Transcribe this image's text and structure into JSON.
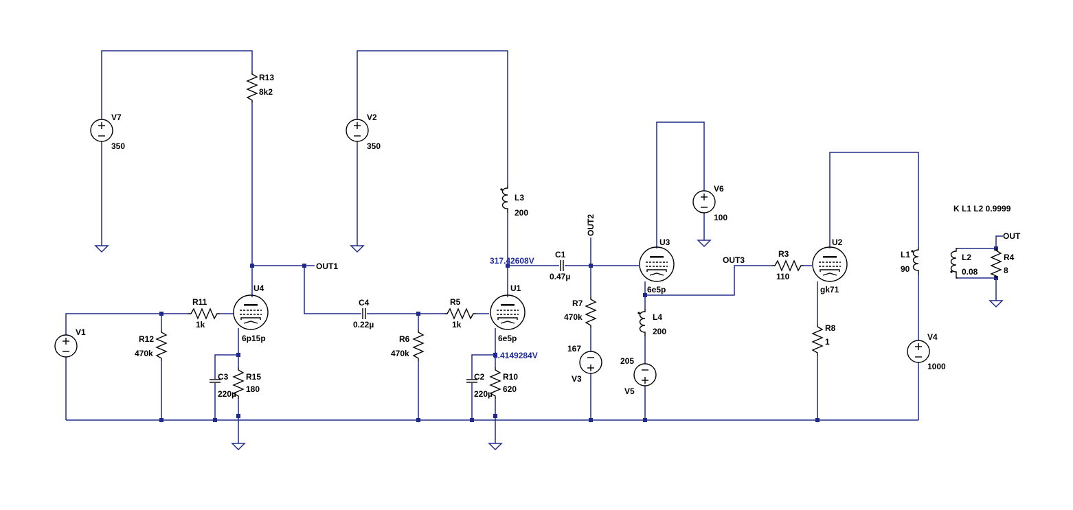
{
  "components": {
    "V7": {
      "name": "V7",
      "value": "350"
    },
    "V2": {
      "name": "V2",
      "value": "350"
    },
    "V6": {
      "name": "V6",
      "value": "100"
    },
    "V1": {
      "name": "V1",
      "value": ""
    },
    "V3": {
      "name": "V3",
      "value": "167"
    },
    "V5": {
      "name": "V5",
      "value": "205"
    },
    "V4": {
      "name": "V4",
      "value": "1000"
    },
    "R13": {
      "name": "R13",
      "value": "8k2"
    },
    "R11": {
      "name": "R11",
      "value": "1k"
    },
    "R12": {
      "name": "R12",
      "value": "470k"
    },
    "R15": {
      "name": "R15",
      "value": "180"
    },
    "R5": {
      "name": "R5",
      "value": "1k"
    },
    "R6": {
      "name": "R6",
      "value": "470k"
    },
    "R10": {
      "name": "R10",
      "value": "620"
    },
    "R7": {
      "name": "R7",
      "value": "470k"
    },
    "R3": {
      "name": "R3",
      "value": "110"
    },
    "R8": {
      "name": "R8",
      "value": "1"
    },
    "R4": {
      "name": "R4",
      "value": "8"
    },
    "C3": {
      "name": "C3",
      "value": "220µ"
    },
    "C4": {
      "name": "C4",
      "value": "0.22µ"
    },
    "C2": {
      "name": "C2",
      "value": "220µ"
    },
    "C1": {
      "name": "C1",
      "value": "0.47µ"
    },
    "L3": {
      "name": "L3",
      "value": "200"
    },
    "L4": {
      "name": "L4",
      "value": "200"
    },
    "L1": {
      "name": "L1",
      "value": "90"
    },
    "L2": {
      "name": "L2",
      "value": "0.08"
    },
    "U4": {
      "name": "U4",
      "value": "6p15p"
    },
    "U1": {
      "name": "U1",
      "value": "6e5p"
    },
    "U3": {
      "name": "U3",
      "value": "6e5p"
    },
    "U2": {
      "name": "U2",
      "value": "gk71"
    }
  },
  "nets": {
    "out1": "OUT1",
    "out2": "OUT2",
    "out3": "OUT3",
    "out": "OUT"
  },
  "voltages": {
    "u1_plate": "317.42608V",
    "u1_cathode": "3.4149284V"
  },
  "directive": "K L1 L2 0.9999",
  "colors": {
    "wire": "#1e2a8c",
    "component": "#000000",
    "voltage_label": "#1e2aa0"
  }
}
